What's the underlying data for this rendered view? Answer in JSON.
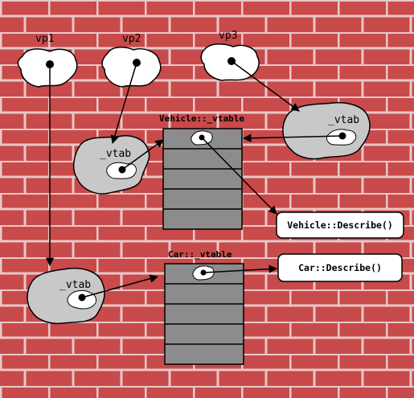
{
  "pointers": {
    "vp1": "vp1",
    "vp2": "vp2",
    "vp3": "vp3"
  },
  "objects": {
    "vtab_label": "_vtab"
  },
  "tables": {
    "vehicle_title": "Vehicle::_vtable",
    "car_title": "Car::_vtable"
  },
  "functions": {
    "vehicle_describe": "Vehicle::Describe()",
    "car_describe": "Car::Describe()"
  },
  "colors": {
    "brick": "#c84a4a",
    "mortar": "#e8c8c8",
    "object_fill": "#c8c8c8",
    "table_cell": "#8c8c8c",
    "blob_white": "#ffffff",
    "ink": "#000000"
  }
}
